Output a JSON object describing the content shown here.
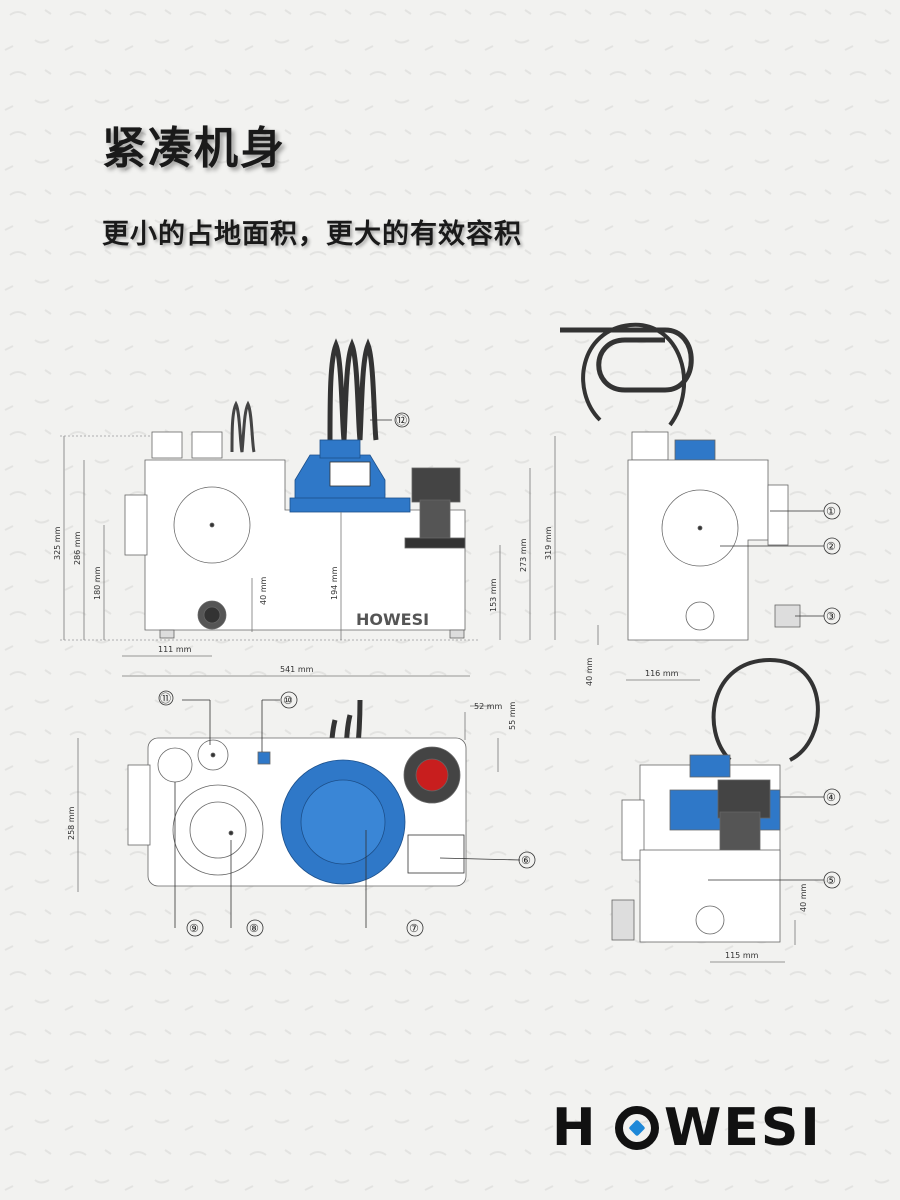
{
  "header": {
    "title": "紧凑机身",
    "subtitle": "更小的占地面积，更大的有效容积"
  },
  "front_view": {
    "brand": "HOWESI",
    "dims": {
      "total_height": "325 mm",
      "body_height": "286 mm",
      "inlet_height": "180 mm",
      "top_height": "194 mm",
      "outlet_height": "153 mm",
      "right_height": "273 mm",
      "right_total": "319 mm",
      "inlet_offset": "111 mm",
      "total_width": "541 mm",
      "small_inlet": "40 mm"
    },
    "callouts": [
      "⑫"
    ]
  },
  "side_view": {
    "dims": {
      "inlet_center": "116 mm",
      "bottom_offset": "40 mm"
    },
    "callouts": [
      "①",
      "②",
      "③"
    ]
  },
  "top_view": {
    "dims": {
      "depth": "258 mm",
      "outlet_x": "52 mm",
      "outlet_y": "55 mm"
    },
    "callouts": [
      "⑪",
      "⑩",
      "⑥",
      "⑦",
      "⑧",
      "⑨"
    ]
  },
  "rear_view": {
    "dims": {
      "inlet_center": "115 mm",
      "bottom_offset": "40 mm"
    },
    "callouts": [
      "④",
      "⑤"
    ]
  },
  "logo": {
    "text": "HOWESI",
    "letters_after": "WESI",
    "first": "H"
  },
  "colors": {
    "pump_blue": "#2f78c8",
    "valve_red": "#c81e1e",
    "background": "#f2f2f0",
    "logo_accent": "#1e88d8"
  }
}
